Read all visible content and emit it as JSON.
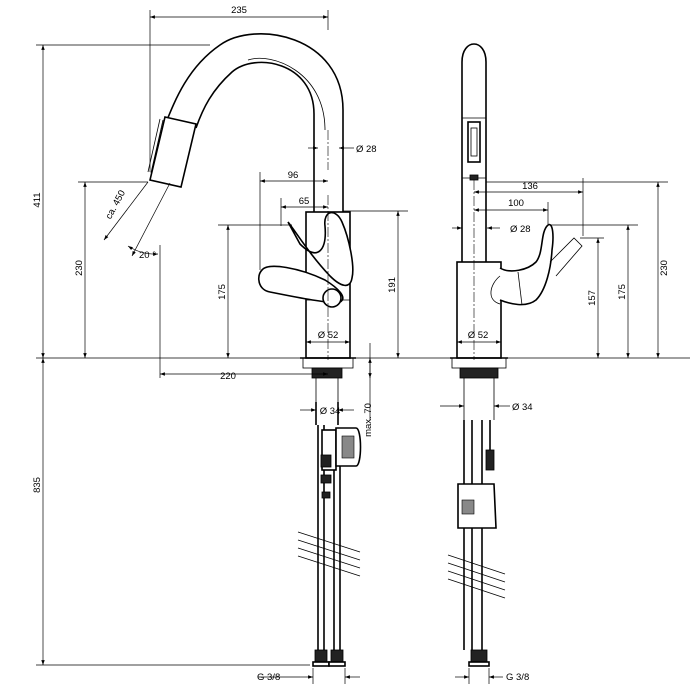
{
  "drawing": {
    "side_view": {
      "width_235": "235",
      "height_411": "411",
      "pipe_dia_28": "Ø 28",
      "dim_96": "96",
      "dim_65": "65",
      "spray_length": "ca. 450",
      "height_230": "230",
      "angle_20": "20 °",
      "height_175": "175",
      "height_191": "191",
      "body_dia_52": "Ø 52",
      "reach_220": "220",
      "shank_dia_34": "Ø 34",
      "max_thickness": "max. 70",
      "below_835": "835",
      "connection": "G 3/8"
    },
    "front_view": {
      "dim_136": "136",
      "dim_100": "100",
      "pipe_dia_28": "Ø 28",
      "height_230": "230",
      "height_175": "175",
      "height_157": "157",
      "body_dia_52": "Ø 52",
      "shank_dia_34": "Ø 34",
      "connection": "G 3/8"
    }
  }
}
